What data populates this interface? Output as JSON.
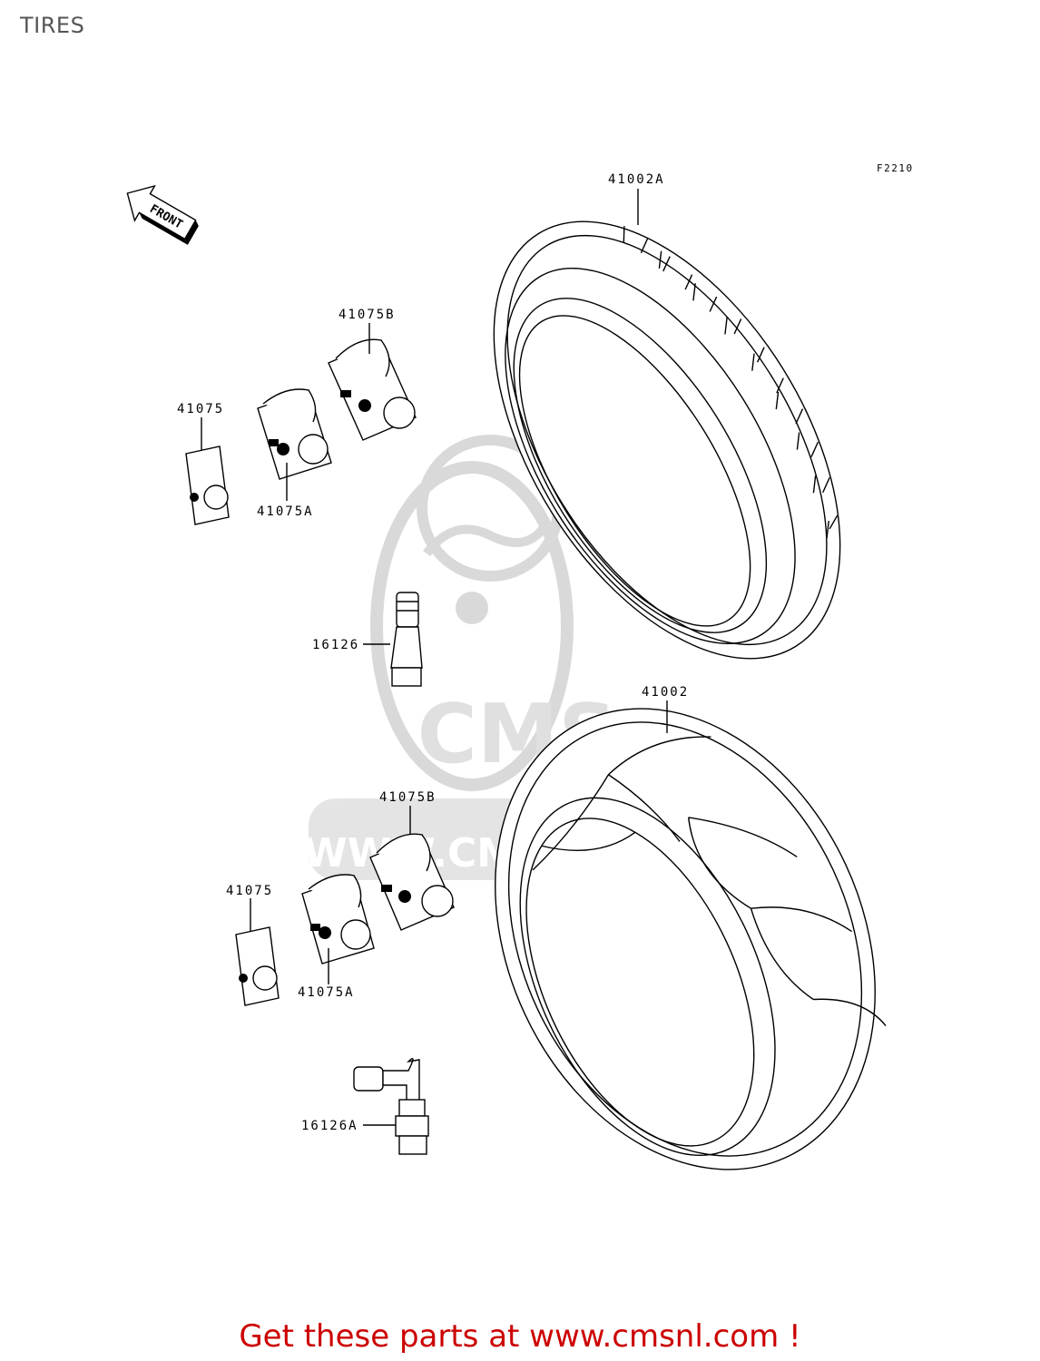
{
  "page": {
    "title": "TIRES"
  },
  "diagram": {
    "figure_code": "F2210",
    "direction_arrow": "FRONT",
    "part_labels": {
      "front_tire": "41002A",
      "rear_tire": "41002",
      "front_weight_b": "41075B",
      "front_weight": "41075",
      "front_weight_a": "41075A",
      "front_valve": "16126",
      "rear_weight_b": "41075B",
      "rear_weight": "41075",
      "rear_weight_a": "41075A",
      "rear_valve": "16126A"
    },
    "watermark": {
      "text": "WWW.CMSNL.COM",
      "logo": "CMS"
    }
  },
  "footer": {
    "link_text": "Get these parts at www.cmsnl.com !"
  },
  "colors": {
    "title": "#555555",
    "footer_link": "#cc0000",
    "line": "#000000",
    "watermark": "#d9d9d9"
  }
}
